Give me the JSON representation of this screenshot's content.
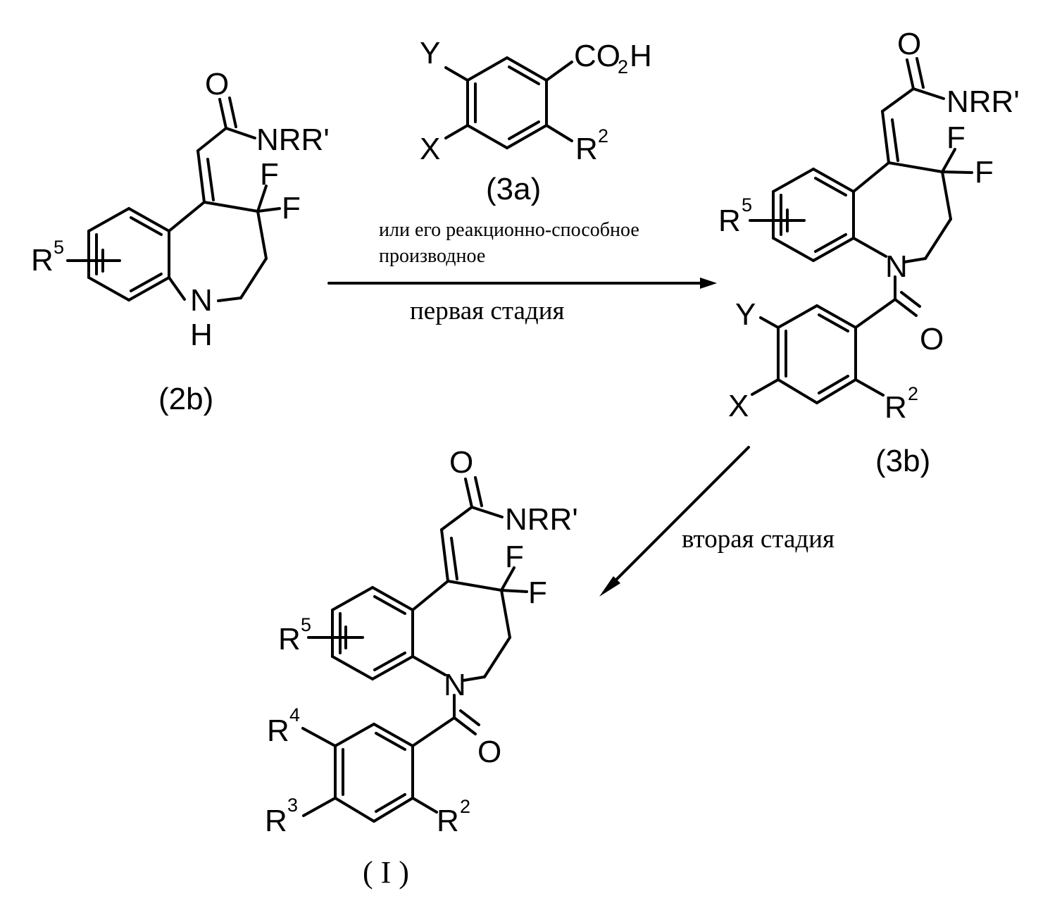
{
  "compound_labels": {
    "c2b": "(2b)",
    "c3a": "(3a)",
    "c3b": "(3b)",
    "cI": "( I )"
  },
  "arrows": {
    "first": {
      "note_line1": "или его реакционно-способное",
      "note_line2": "производное",
      "label": "первая стадия"
    },
    "second": {
      "label": "вторая стадия"
    }
  },
  "atoms": {
    "oxygen": "O",
    "amide": "NRR'",
    "fluorine": "F",
    "nitrogen": "N",
    "hydrogen": "H",
    "carboxyl": "CO",
    "carboxyl_sub": "2",
    "carboxyl_h": "H",
    "x": "X",
    "y": "Y",
    "r": "R",
    "r2_sup": "2",
    "r3_sup": "3",
    "r4_sup": "4",
    "r5_sup": "5"
  }
}
